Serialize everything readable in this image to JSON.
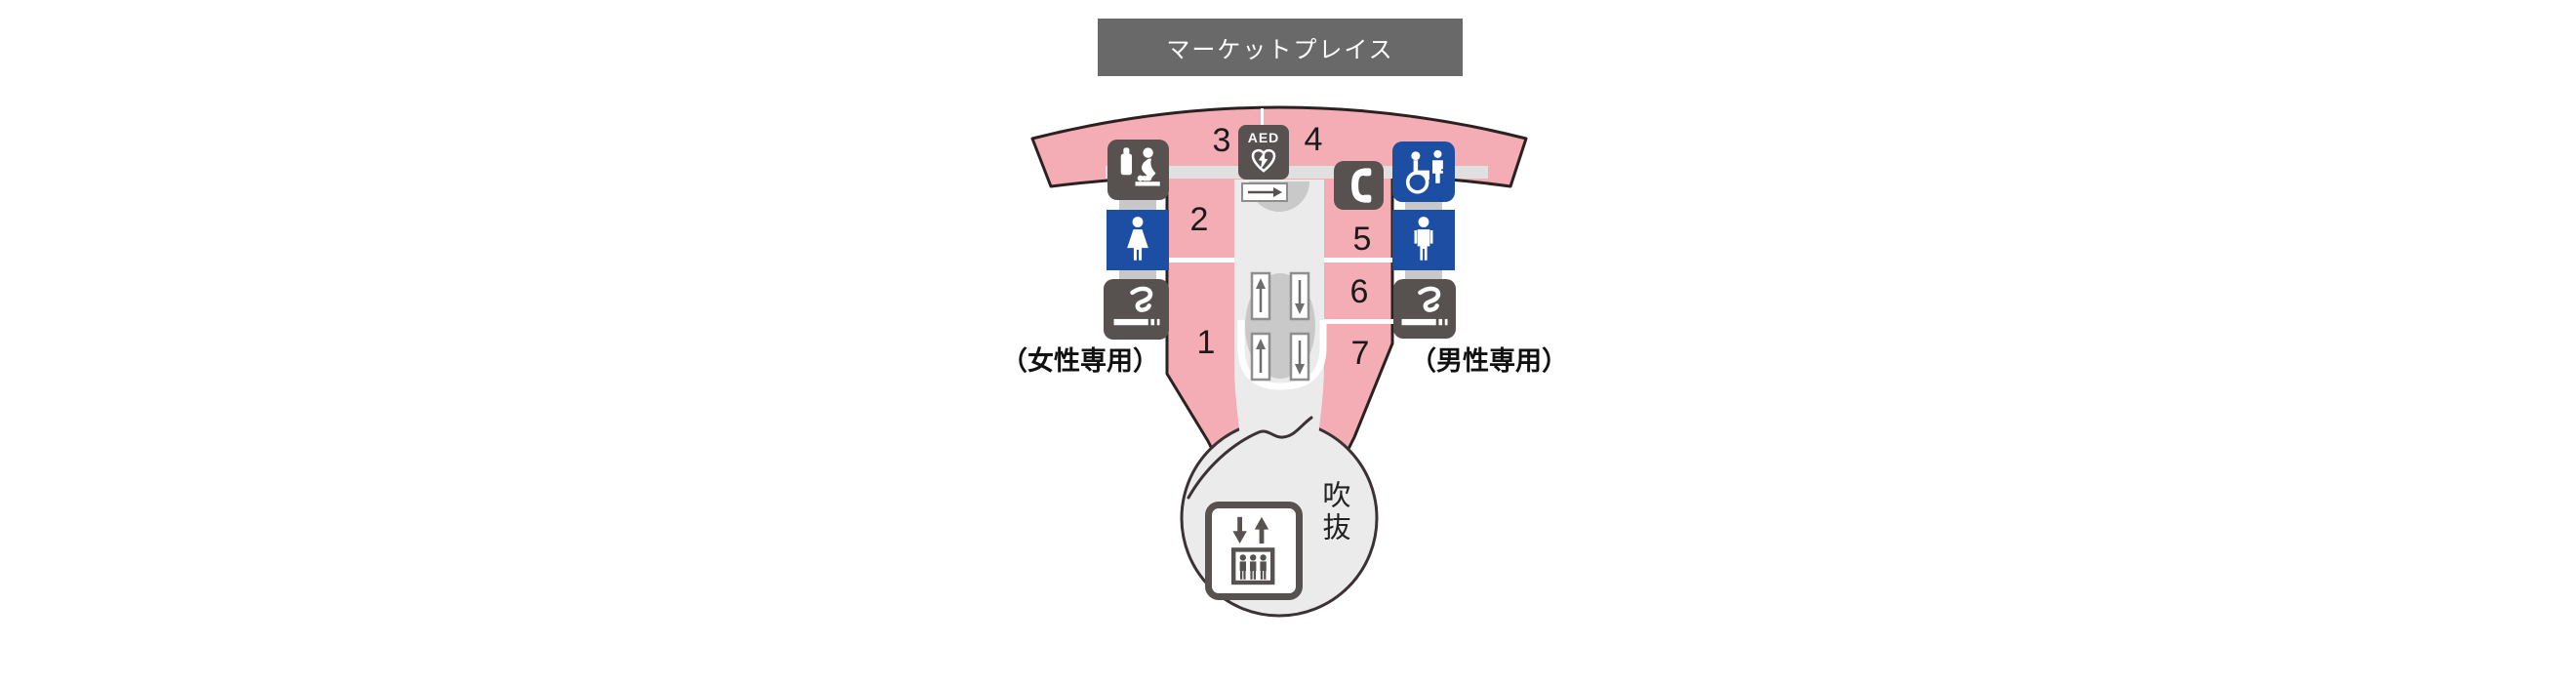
{
  "banner": {
    "title": "マーケットプレイス"
  },
  "map": {
    "zones": [
      {
        "number": "1"
      },
      {
        "number": "2"
      },
      {
        "number": "3"
      },
      {
        "number": "4"
      },
      {
        "number": "5"
      },
      {
        "number": "6"
      },
      {
        "number": "7"
      }
    ],
    "labels": {
      "women_only": "（女性専用）",
      "men_only": "（男性専用）"
    },
    "atrium": {
      "label": "吹抜"
    },
    "aed": {
      "label": "AED"
    },
    "icons": {
      "aed": "aed-icon",
      "baby_changing": "baby-changing-icon",
      "womens_toilet": "womens-toilet-icon",
      "mens_toilet": "mens-toilet-icon",
      "accessible_toilet": "accessible-toilet-icon",
      "public_phone": "public-phone-icon",
      "smoking_area_women": "smoking-area-icon",
      "smoking_area_men": "smoking-area-icon",
      "elevator": "elevator-icon",
      "escalator": "escalator-icon",
      "direction_arrow": "direction-arrow-icon"
    },
    "colors": {
      "floor_pink": "#F4ADB5",
      "outline_black": "#2A2120",
      "facility_blue": "#1C4FA3",
      "facility_gray": "#575250",
      "banner_gray": "#696969",
      "corridor_gray": "#EBEBEB",
      "walkway_gray": "#E0E0E0",
      "shade_gray": "#C9C9C9"
    }
  }
}
